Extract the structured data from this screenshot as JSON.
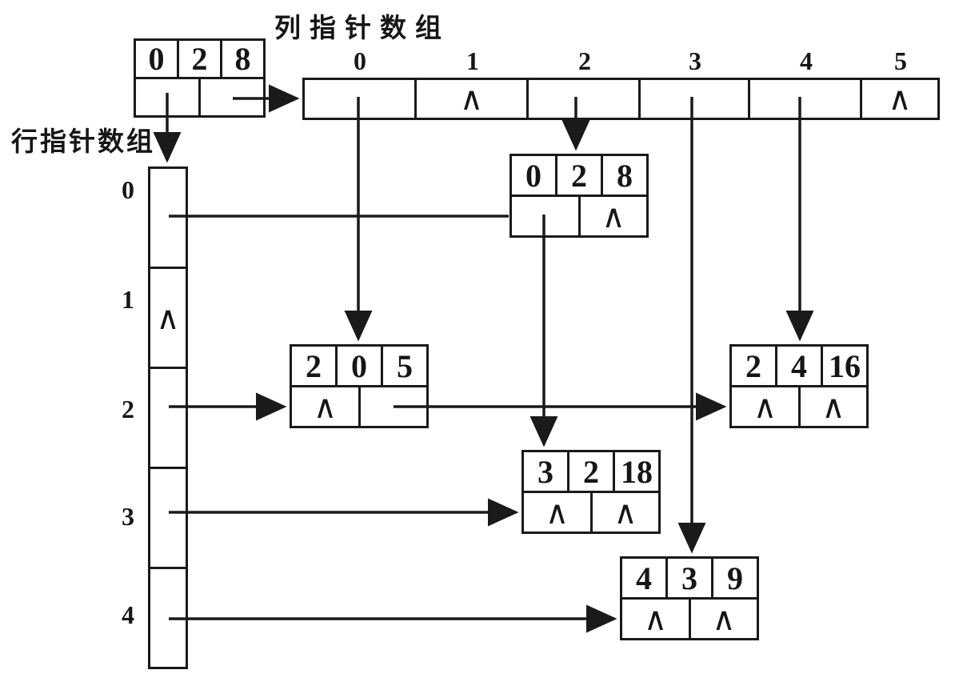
{
  "title_labels": {
    "col_pointer_array": "列指针数组",
    "row_pointer_array": "行指针数组"
  },
  "symbols": {
    "null_pointer": "∧"
  },
  "head_node": {
    "row": "0",
    "col": "2",
    "val": "8",
    "down_glyph": "",
    "right_glyph": "",
    "down_meaning": "pointer-to-row-array",
    "right_meaning": "pointer-to-col-array"
  },
  "col_array": {
    "indices": [
      "0",
      "1",
      "2",
      "3",
      "4",
      "5"
    ],
    "cells": [
      {
        "glyph": "",
        "meaning": "pointer"
      },
      {
        "glyph": "∧",
        "meaning": "null"
      },
      {
        "glyph": "",
        "meaning": "pointer"
      },
      {
        "glyph": "",
        "meaning": "pointer"
      },
      {
        "glyph": "",
        "meaning": "pointer"
      },
      {
        "glyph": "∧",
        "meaning": "null"
      }
    ]
  },
  "row_array": {
    "indices": [
      "0",
      "1",
      "2",
      "3",
      "4"
    ],
    "cells": [
      {
        "glyph": "",
        "meaning": "pointer"
      },
      {
        "glyph": "∧",
        "meaning": "null"
      },
      {
        "glyph": "",
        "meaning": "pointer"
      },
      {
        "glyph": "",
        "meaning": "pointer"
      },
      {
        "glyph": "",
        "meaning": "pointer"
      }
    ]
  },
  "nodes": {
    "r0c2": {
      "row": "0",
      "col": "2",
      "val": "8",
      "down_glyph": "",
      "right_glyph": "∧"
    },
    "r2c0": {
      "row": "2",
      "col": "0",
      "val": "5",
      "down_glyph": "∧",
      "right_glyph": ""
    },
    "r2c4": {
      "row": "2",
      "col": "4",
      "val": "16",
      "down_glyph": "∧",
      "right_glyph": "∧"
    },
    "r3c2": {
      "row": "3",
      "col": "2",
      "val": "18",
      "down_glyph": "∧",
      "right_glyph": "∧"
    },
    "r4c3": {
      "row": "4",
      "col": "3",
      "val": "9",
      "down_glyph": "∧",
      "right_glyph": "∧"
    }
  },
  "links": [
    {
      "from": "head-node.down",
      "to": "row-pointer-array"
    },
    {
      "from": "head-node.right",
      "to": "col-pointer-array"
    },
    {
      "from": "col-array.0",
      "to": "node-r2c0"
    },
    {
      "from": "col-array.2",
      "to": "node-r0c2"
    },
    {
      "from": "col-array.3",
      "to": "node-r4c3"
    },
    {
      "from": "col-array.4",
      "to": "node-r2c4"
    },
    {
      "from": "row-array.0",
      "to": "node-r0c2"
    },
    {
      "from": "row-array.2",
      "to": "node-r2c0"
    },
    {
      "from": "row-array.3",
      "to": "node-r3c2"
    },
    {
      "from": "row-array.4",
      "to": "node-r4c3"
    },
    {
      "from": "node-r0c2.down",
      "to": "node-r3c2"
    },
    {
      "from": "node-r2c0.right",
      "to": "node-r2c4"
    }
  ]
}
